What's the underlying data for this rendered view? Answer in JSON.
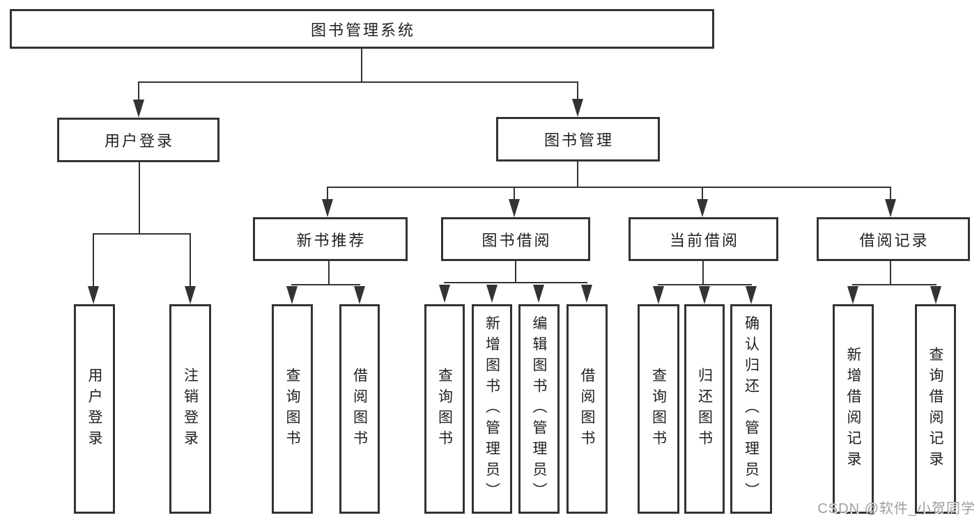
{
  "diagram": {
    "root": {
      "label": "图书管理系统"
    },
    "branches": [
      {
        "label": "用户登录",
        "children": [
          {
            "label": "用户登录"
          },
          {
            "label": "注销登录"
          }
        ]
      },
      {
        "label": "图书管理",
        "children": [
          {
            "label": "新书推荐",
            "children": [
              {
                "label": "查询图书"
              },
              {
                "label": "借阅图书"
              }
            ]
          },
          {
            "label": "图书借阅",
            "children": [
              {
                "label": "查询图书"
              },
              {
                "label": "新增图书（管理员）"
              },
              {
                "label": "编辑图书（管理员）"
              },
              {
                "label": "借阅图书"
              }
            ]
          },
          {
            "label": "当前借阅",
            "children": [
              {
                "label": "查询图书"
              },
              {
                "label": "归还图书"
              },
              {
                "label": "确认归还（管理员）"
              }
            ]
          },
          {
            "label": "借阅记录",
            "children": [
              {
                "label": "新增借阅记录"
              },
              {
                "label": "查询借阅记录"
              }
            ]
          }
        ]
      }
    ]
  },
  "watermark": {
    "text": "CSDN @软件_小贺同学"
  },
  "colors": {
    "line": "#333333",
    "text": "#212121",
    "watermark": "#9e9e9e",
    "background": "#ffffff"
  }
}
